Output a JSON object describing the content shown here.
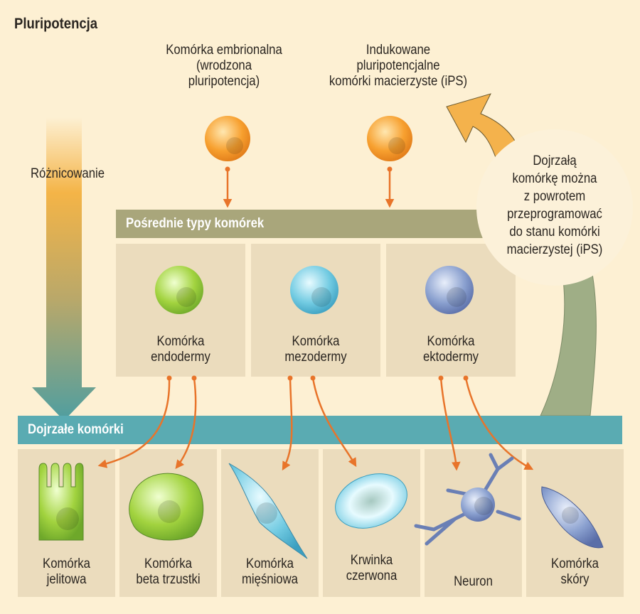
{
  "title": "Pluripotencja",
  "differentiation_label": "Różnicowanie",
  "sources": [
    {
      "lines": [
        "Komórka embrionalna",
        "(wrodzona",
        "pluripotencja)"
      ]
    },
    {
      "lines": [
        "Indukowane",
        "pluripotencjalne",
        "komórki macierzyste (iPS)"
      ]
    }
  ],
  "reprogram_note": [
    "Dojrzałą",
    "komórkę można",
    "z powrotem",
    "przeprogramować",
    "do stanu komórki",
    "macierzystej (iPS)"
  ],
  "intermediate": {
    "header": "Pośrednie typy komórek",
    "cells": [
      {
        "lines": [
          "Komórka",
          "endodermy"
        ],
        "color": "#9acd3a"
      },
      {
        "lines": [
          "Komórka",
          "mezodermy"
        ],
        "color": "#6cc8e0"
      },
      {
        "lines": [
          "Komórka",
          "ektodermy"
        ],
        "color": "#7f96c8"
      }
    ]
  },
  "mature": {
    "header": "Dojrzałe komórki",
    "cells": [
      {
        "lines": [
          "Komórka",
          "jelitowa"
        ]
      },
      {
        "lines": [
          "Komórka",
          "beta trzustki"
        ]
      },
      {
        "lines": [
          "Komórka",
          "mięśniowa"
        ]
      },
      {
        "lines": [
          "Krwinka",
          "czerwona"
        ]
      },
      {
        "lines": [
          "Neuron",
          ""
        ]
      },
      {
        "lines": [
          "Komórka",
          "skóry"
        ]
      }
    ]
  },
  "colors": {
    "background": "#fdf0d3",
    "panel": "#ebdcbd",
    "olive_bar": "#a9a67b",
    "teal_bar": "#5aabb2",
    "arrow": "#e8742a",
    "stem_cell": "#f39a2a"
  }
}
